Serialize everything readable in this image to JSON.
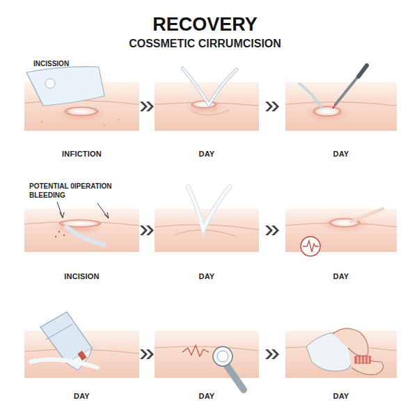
{
  "diagram": {
    "title": "RECOVERY",
    "nodes": [
      {
        "text": [
          "INFICTION"
        ]
      },
      {
        "text": [
          "DAY"
        ]
      },
      {
        "text": [
          "DAY"
        ]
      },
      {
        "text": [
          "INCISION"
        ]
      },
      {
        "text": [
          "DAY"
        ]
      },
      {
        "text": [
          "DAY"
        ]
      },
      {
        "text": [
          "DAY"
        ]
      },
      {
        "text": [
          "DAY"
        ]
      },
      {
        "text": [
          "DAY"
        ]
      }
    ],
    "edges": [
      {
        "from": 0,
        "to": 1,
        "arrow": "to"
      },
      {
        "from": 1,
        "to": 2,
        "arrow": "to"
      },
      {
        "from": 3,
        "to": 4,
        "arrow": "to"
      },
      {
        "from": 4,
        "to": 5,
        "arrow": "to"
      },
      {
        "from": 6,
        "to": 7,
        "arrow": "to"
      },
      {
        "from": 7,
        "to": 8,
        "arrow": "to"
      }
    ],
    "labels": [
      "COSSMETIC CIRRUMCISION",
      "INCISSION",
      "POTENTIAL 0IPERATION BLEEDING"
    ]
  }
}
